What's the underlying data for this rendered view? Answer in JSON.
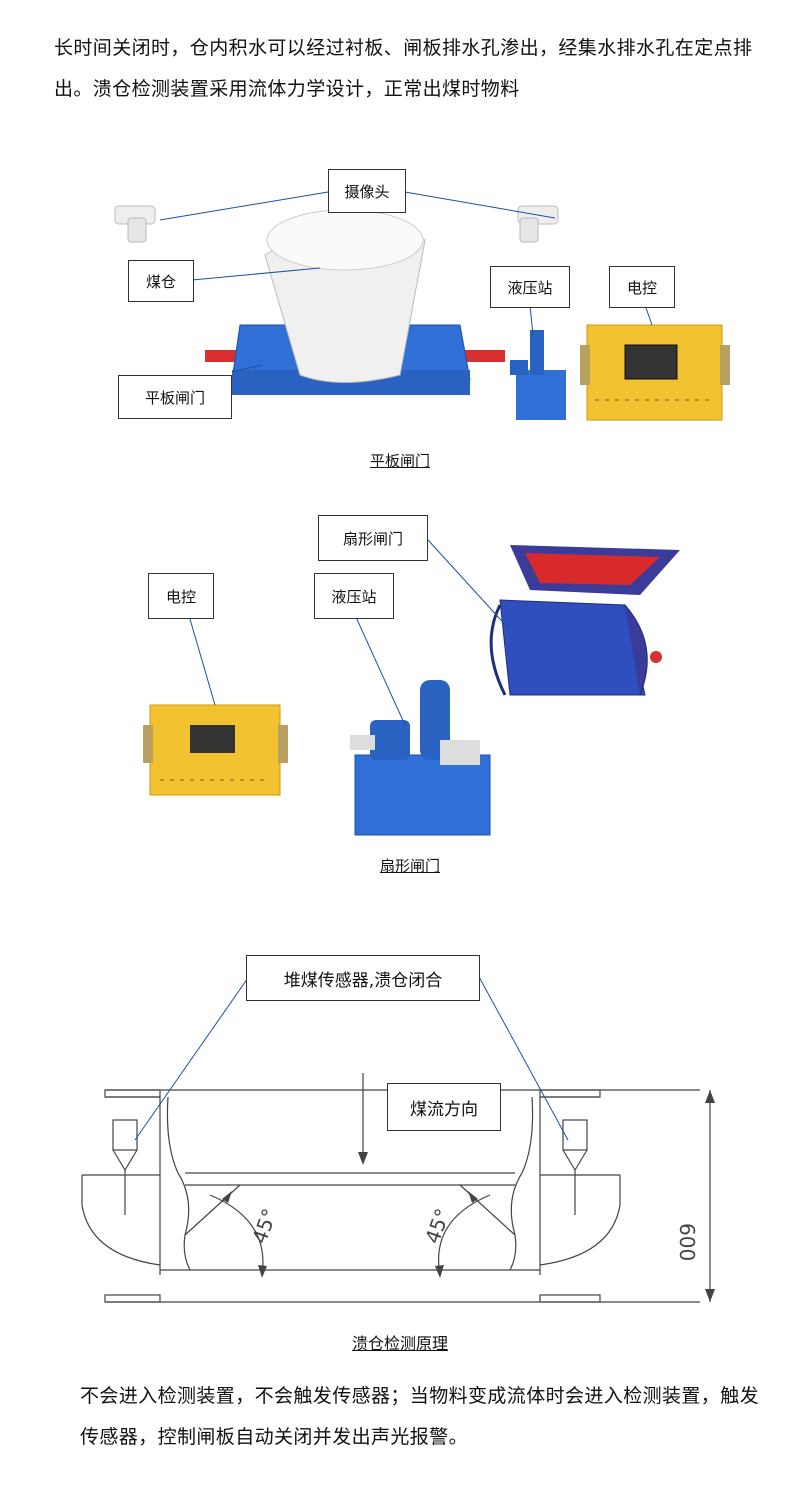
{
  "paragraph_top": "长时间关闭时，仓内积水可以经过衬板、闸板排水孔渗出，经集水排水孔在定点排出。溃仓检测装置采用流体力学设计，正常出煤时物料",
  "paragraph_bottom": "不会进入检测装置，不会触发传感器；当物料变成流体时会进入检测装置，触发传感器，控制闸板自动关闭并发出声光报警。",
  "figure1": {
    "caption": "平板闸门",
    "labels": {
      "camera": "摄像头",
      "coal_bin": "煤仓",
      "hydraulic_station": "液压站",
      "electric_control": "电控",
      "flat_gate": "平板闸门"
    }
  },
  "figure2": {
    "caption": "扇形闸门",
    "labels": {
      "sector_gate": "扇形闸门",
      "electric_control": "电控",
      "hydraulic_station": "液压站"
    }
  },
  "figure3": {
    "caption": "溃仓检测原理",
    "labels": {
      "sensor": "堆煤传感器,溃仓闭合",
      "flow_direction": "煤流方向"
    },
    "angle_left": "45°",
    "angle_right": "45°",
    "dimension": "600"
  },
  "colors": {
    "gate_blue": "#2f6fd6",
    "panel_yellow": "#f2c230",
    "pipe_red": "#d83030"
  }
}
